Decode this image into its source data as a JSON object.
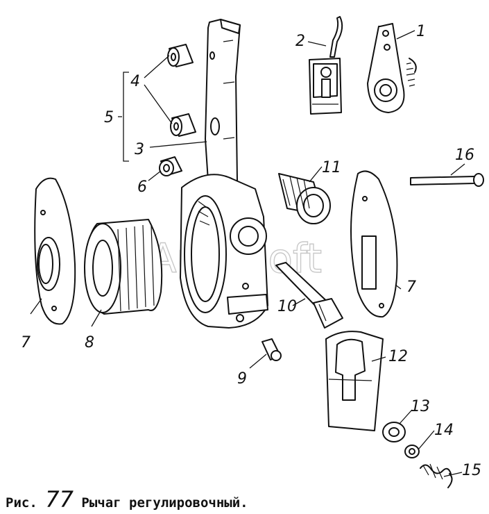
{
  "caption": {
    "prefix": "Рис.",
    "number": "77",
    "title": "Рычаг регулировочный."
  },
  "watermark": "AutoSoft",
  "callouts": [
    "1",
    "2",
    "3",
    "4",
    "5",
    "6",
    "7",
    "7",
    "8",
    "9",
    "10",
    "11",
    "12",
    "13",
    "14",
    "15",
    "16"
  ]
}
